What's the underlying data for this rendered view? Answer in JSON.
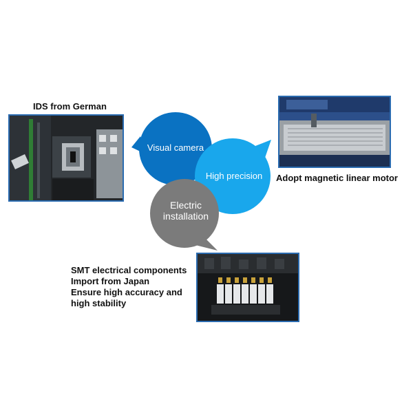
{
  "labels": {
    "ids": "IDS from German",
    "motor": "Adopt magnetic linear motor",
    "smt_line1": "SMT electrical components",
    "smt_line2": "Import from Japan",
    "smt_line3": "Ensure high accuracy and",
    "smt_line4": "high stability"
  },
  "bubbles": {
    "visual": "Visual camera",
    "precision": "High precision",
    "electric_line1": "Electric",
    "electric_line2": "installation"
  },
  "colors": {
    "visual": "#0a72c2",
    "precision": "#19a7ec",
    "electric": "#7b7b7b",
    "photo_border": "#2a6bb0"
  }
}
